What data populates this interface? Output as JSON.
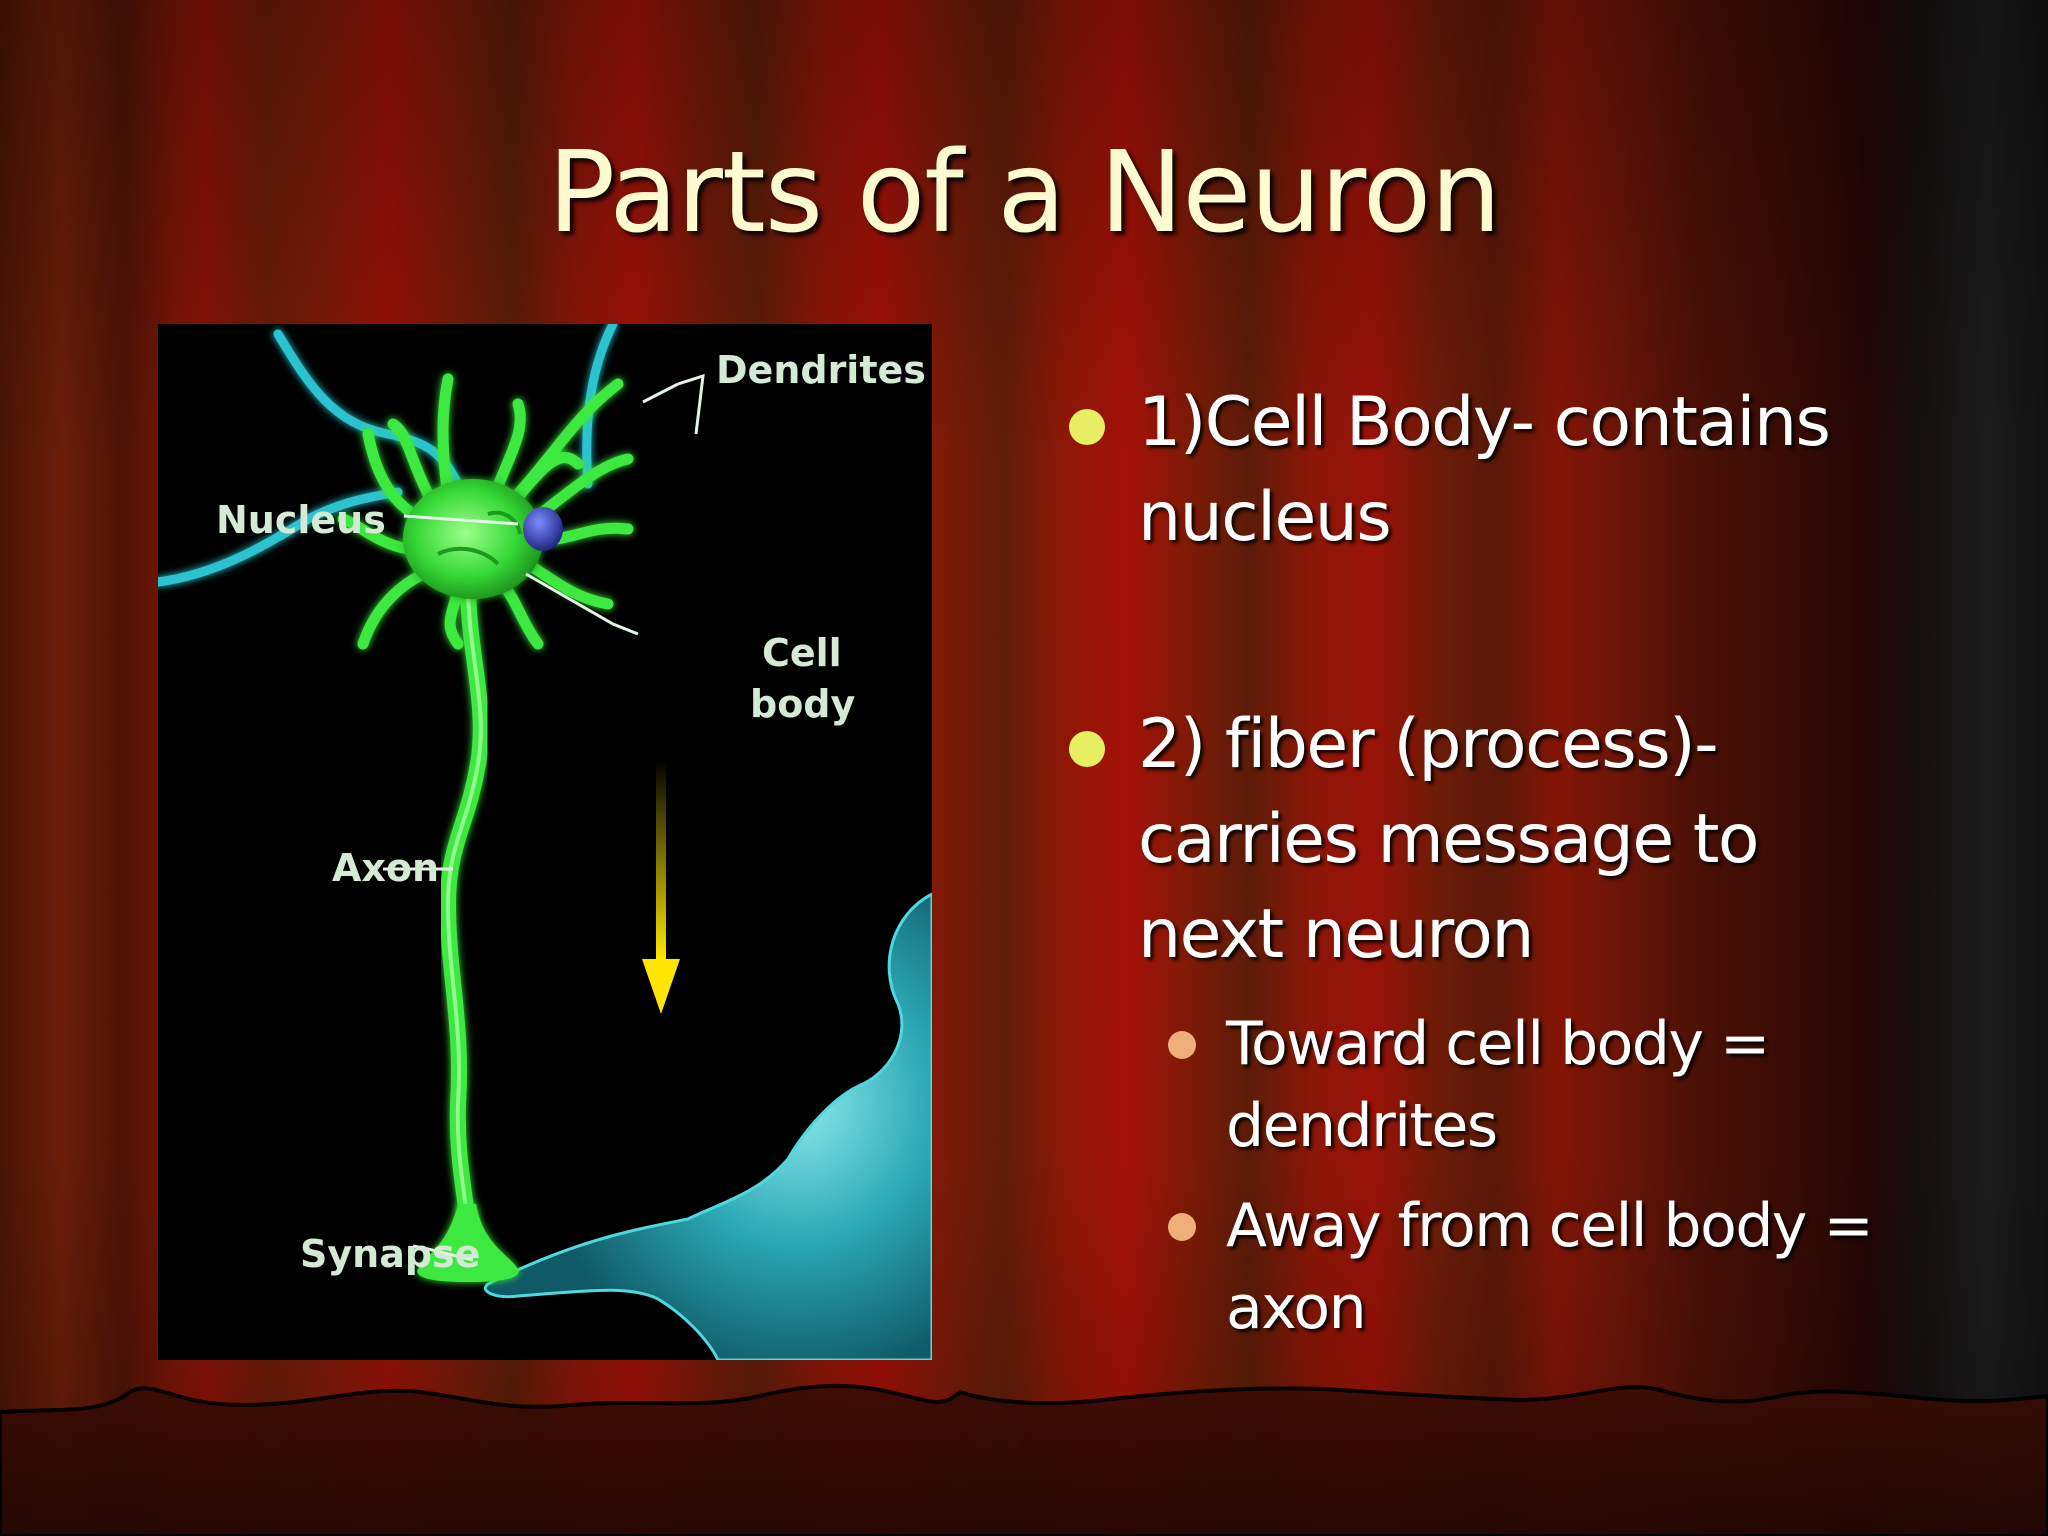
{
  "slide": {
    "title": "Parts of a Neuron"
  },
  "figure": {
    "labels": {
      "dendrites": "Dendrites",
      "nucleus": "Nucleus",
      "cell": "Cell",
      "body": "body",
      "axon": "Axon",
      "synapse": "Synapse"
    }
  },
  "bullets": [
    {
      "lines": [
        "1)Cell Body- contains",
        "nucleus"
      ]
    },
    {
      "lines": [
        "2) fiber (process)-",
        "carries message to",
        "next neuron"
      ],
      "subitems": [
        {
          "lines": [
            "Toward cell body =",
            "dendrites"
          ]
        },
        {
          "lines": [
            "Away from cell body =",
            "axon"
          ]
        }
      ]
    }
  ],
  "colors": {
    "title": "#fffbd0",
    "bullet_dot": "#e8ee62",
    "sub_bullet_dot": "#efae7a",
    "neuron": "#3ee840",
    "dendrite_cyan": "#2cc3cf",
    "arrow": "#ffe600"
  }
}
